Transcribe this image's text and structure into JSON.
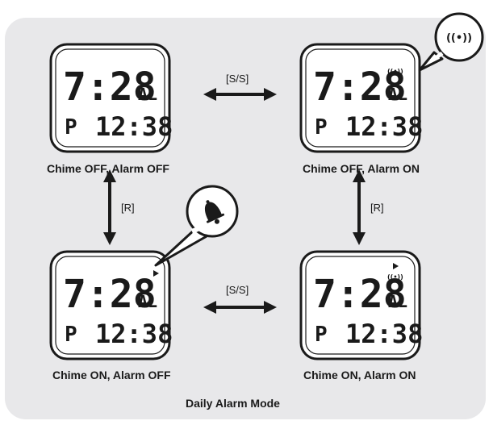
{
  "title": "Daily Alarm Mode",
  "display": {
    "time": "7:28",
    "alarm_flag": "AL",
    "period": "P",
    "seconds_time": "12:38"
  },
  "states": [
    {
      "id": "tl",
      "label": "Chime OFF, Alarm OFF",
      "alarm": false,
      "chime": false
    },
    {
      "id": "tr",
      "label": "Chime OFF, Alarm ON",
      "alarm": true,
      "chime": false
    },
    {
      "id": "bl",
      "label": "Chime ON, Alarm OFF",
      "alarm": false,
      "chime": true
    },
    {
      "id": "br",
      "label": "Chime ON, Alarm ON",
      "alarm": true,
      "chime": true
    }
  ],
  "buttons": {
    "start_stop": "[S/S]",
    "reset": "[R]"
  },
  "callouts": {
    "alarm_symbol": "((•))"
  }
}
